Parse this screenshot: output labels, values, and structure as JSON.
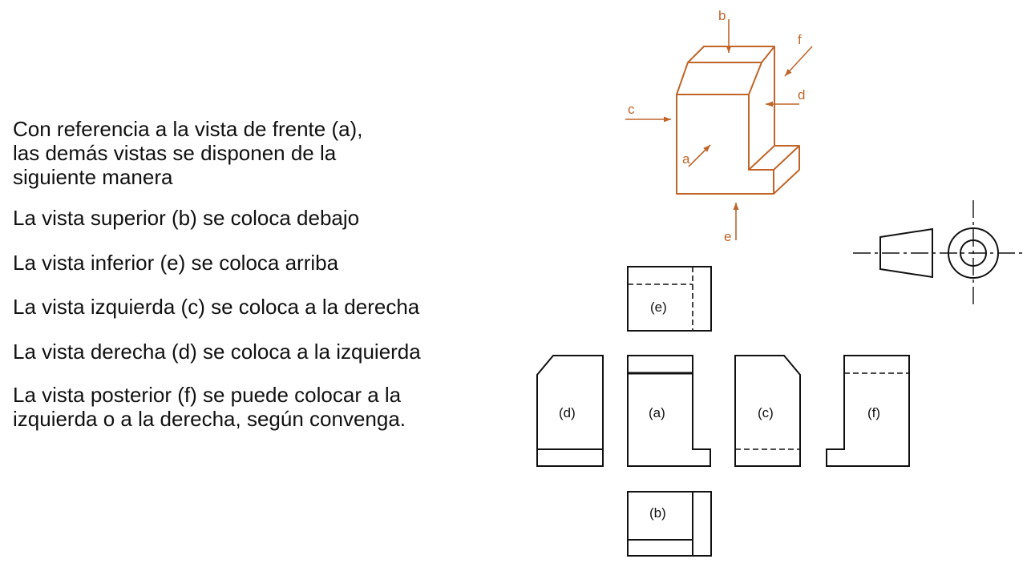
{
  "text": {
    "intro": [
      "Con referencia a la vista de frente (a),",
      "las demás vistas se disponen de la",
      "siguiente manera"
    ],
    "rule_b": "La vista superior (b) se coloca debajo",
    "rule_e": "La vista inferior (e) se coloca arriba",
    "rule_c": "La vista izquierda (c) se coloca a la derecha",
    "rule_d": "La vista derecha (d) se coloca a la izquierda",
    "rule_f": [
      "La vista posterior (f) se puede colocar a la",
      "izquierda o a la derecha, según convenga."
    ]
  },
  "iso_arrows": {
    "a": "a",
    "b": "b",
    "c": "c",
    "d": "d",
    "e": "e",
    "f": "f"
  },
  "views": {
    "e": "(e)",
    "d": "(d)",
    "a": "(a)",
    "c": "(c)",
    "f": "(f)",
    "b": "(b)"
  },
  "colors": {
    "iso": "#c0652a",
    "ink": "#111111"
  }
}
